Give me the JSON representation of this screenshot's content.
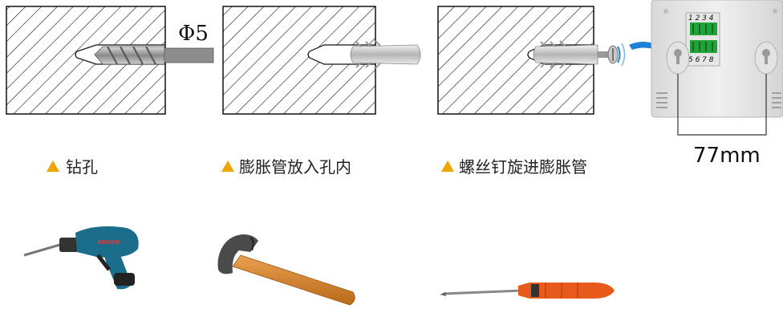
{
  "steps": [
    {
      "caption": "钻孔",
      "annotation": "Φ5"
    },
    {
      "caption": "膨胀管放入孔内"
    },
    {
      "caption": "螺丝钉旋进膨胀管"
    }
  ],
  "device": {
    "terminal_top_numbers": "1 2 3 4",
    "terminal_bottom_numbers": "5 6 7 8",
    "hole_spacing": "77mm"
  },
  "tools": [
    {
      "icon": "power-drill-icon",
      "brand": "BOSCH"
    },
    {
      "icon": "claw-hammer-icon"
    },
    {
      "icon": "screwdriver-icon"
    }
  ],
  "colors": {
    "caption_triangle": "#f0a400",
    "arrow_blue": "#1e7fd8",
    "drill_body": "#1b6d8c",
    "hammer_handle": "#c8771f",
    "screwdriver_handle": "#e8591c",
    "terminal_green": "#22a33a"
  }
}
